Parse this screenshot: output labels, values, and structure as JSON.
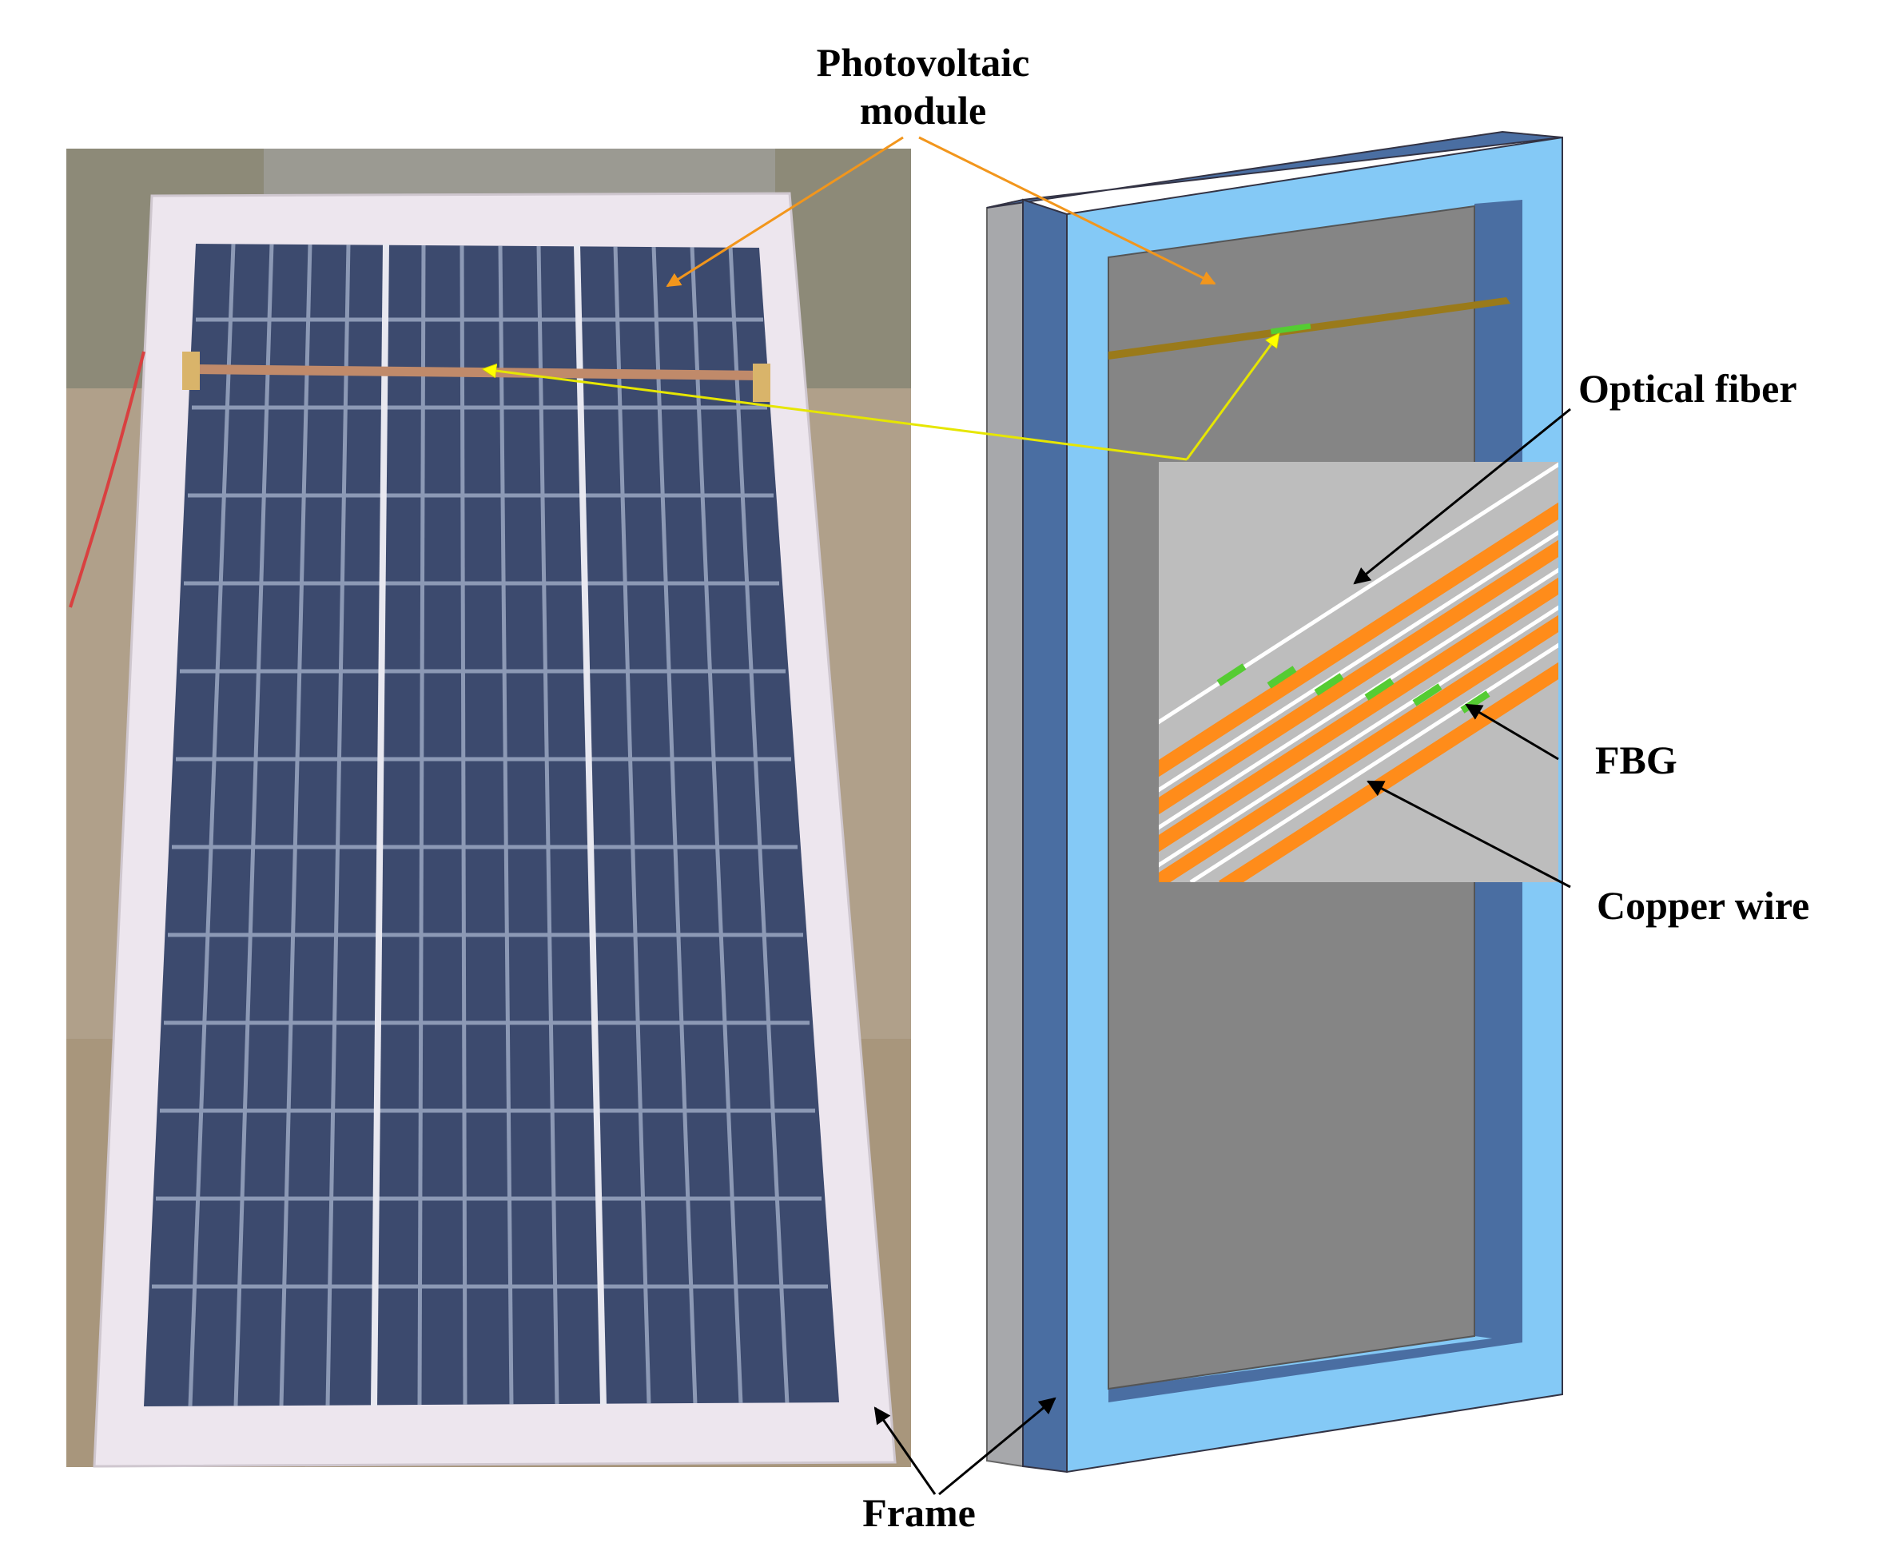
{
  "labels": {
    "pv_module_line1": "Photovoltaic",
    "pv_module_line2": "module",
    "optical_fiber": "Optical fiber",
    "fbg": "FBG",
    "copper_wire": "Copper wire",
    "frame": "Frame"
  },
  "colors": {
    "frame_light_blue": "#84c9f6",
    "frame_dark_blue": "#4a6ea2",
    "frame_side_grey": "#a7a8ab",
    "module_grey": "#858585",
    "inset_grey": "#bdbdbd",
    "copper_orange": "#ff8c1a",
    "fbg_green": "#55cc33",
    "leader_orange": "#f2961c",
    "leader_yellow": "#ffff00",
    "photo_frame_white": "#ede6ee",
    "photo_cell_blue": "#3c4a6e"
  }
}
